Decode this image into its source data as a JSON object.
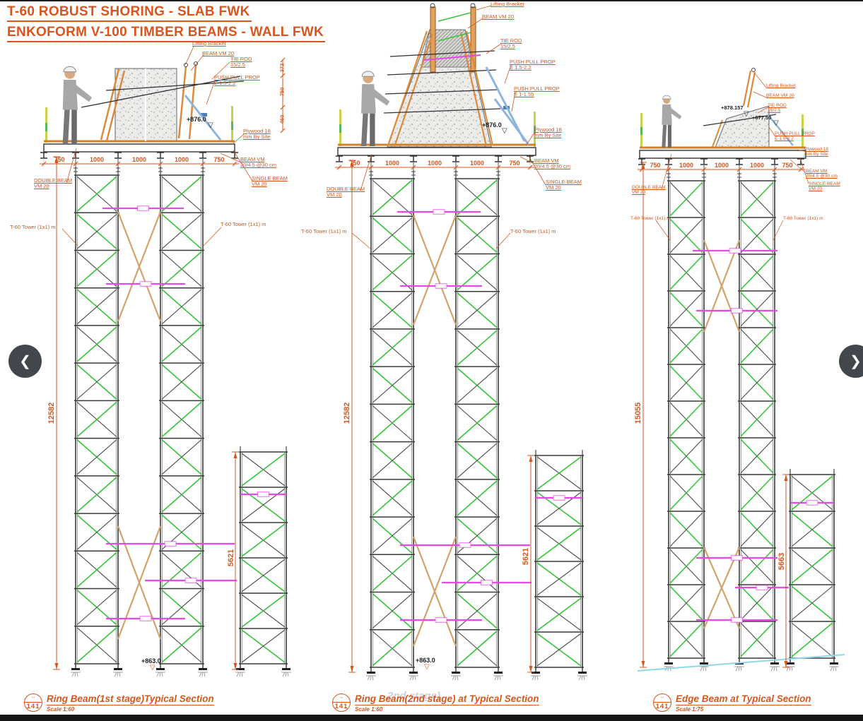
{
  "page": {
    "title_line1": "T-60 ROBUST SHORING - SLAB FWK",
    "title_line2": "ENKOFORM V-100 TIMBER BEAMS - WALL FWK",
    "watermark": "2nd stage)"
  },
  "nav": {
    "prev": "❮",
    "next": "❯"
  },
  "sections": [
    {
      "caption": {
        "ref_top": "--",
        "ref_num": "141",
        "title": "Ring Beam(1st stage)Typical Section",
        "scale": "Scale 1:60"
      },
      "dims": {
        "top": [
          "750",
          "1000",
          "1000",
          "1000",
          "750"
        ],
        "side": [
          "372",
          "750",
          "460"
        ],
        "main_height": "12582",
        "small_tower_height": "5621"
      },
      "elevations": {
        "top": "+876.0",
        "bottom": "+863.0",
        "marker": "▽"
      },
      "labels": {
        "lifting_bracket": "Lifting Bracket",
        "beam_vm20": "BEAM VM 20",
        "tie_rod": "TIE ROD\n15/2.5",
        "push_pull_prop_1": "PUSH PULL PROP\nE 1.5-2.2",
        "plywood": "Plywood 18\nmm By Site",
        "beam_vm_grid": "BEAM VM\n20/4.5 @30 cm",
        "single_beam": "SINGLE BEAM\nVM 20",
        "double_beam": "DOUBLE BEAM\nVM 20",
        "tower_left": "T-60 Tower (1x1) m",
        "tower_right": "T-60 Tower (1x1) m"
      }
    },
    {
      "caption": {
        "ref_top": "--",
        "ref_num": "141",
        "title": "Ring Beam(2nd stage) at Typical Section",
        "scale": "Scale 1:60"
      },
      "dims": {
        "top": [
          "750",
          "1000",
          "1000",
          "1000",
          "750"
        ],
        "main_height": "12582",
        "small_tower_height": "5621"
      },
      "elevations": {
        "top": "+876.0",
        "bottom": "+863.0",
        "marker": "▽"
      },
      "labels": {
        "lifting_bracket": "Lifting Bracket",
        "beam_vm20": "BEAM VM 20",
        "tie_rod": "TIE ROD\n15/2.5",
        "push_pull_prop_1": "PUSH PULL PROP\nE 1.5-2.2",
        "push_pull_prop_2": "PUSH PULL PROP\nE 1-1.55",
        "plywood": "Plywood 18\nmm By Site",
        "beam_vm_grid": "BEAM VM\n20/4.5 @30 cm",
        "single_beam": "SINGLE BEAM\nVM 20",
        "double_beam": "DOUBLE BEAM\nVM 20",
        "tower_left": "T-60 Tower (1x1) m",
        "tower_right": "T-60 Tower (1x1) m"
      }
    },
    {
      "caption": {
        "ref_top": "--",
        "ref_num": "141",
        "title": "Edge Beam at Typical Section",
        "scale": "Scale 1:75"
      },
      "dims": {
        "top": [
          "750",
          "1000",
          "1000",
          "1000",
          "750"
        ],
        "main_height": "15055",
        "small_tower_height": "5663"
      },
      "elevations": {
        "top_1": "+878.157",
        "top_2": "+877.50",
        "marker": "▽"
      },
      "labels": {
        "lifting_bracket": "Lifting Bracket",
        "beam_vm20": "BEAM VM 20",
        "tie_rod": "TIE ROD\n15/2.5",
        "push_pull_prop_1": "PUSH PULL PROP\nE 1.5-2.2",
        "plywood": "Plywood 18\nmm By Site",
        "beam_vm_grid": "BEAM VM\n20/4.5 @30 cm",
        "single_beam": "SINGLE BEAM\nVM 20",
        "double_beam": "DOUBLE BEAM\nVM 20",
        "tower_left": "T-60 Tower (1x1) m",
        "tower_right": "T-60 Tower (1x1) m"
      }
    }
  ]
}
